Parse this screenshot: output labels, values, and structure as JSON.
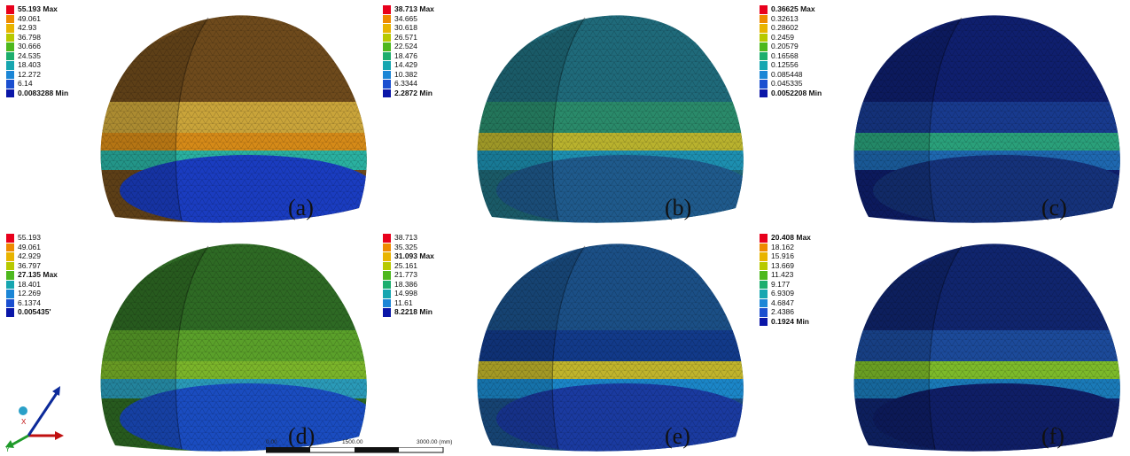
{
  "figure": {
    "panels": [
      {
        "id": "a",
        "label": "(a)",
        "legend": [
          {
            "text": "55.193 Max",
            "color": "#e8001c",
            "bold": true
          },
          {
            "text": "49.061",
            "color": "#ee8a00"
          },
          {
            "text": "42.93",
            "color": "#e8b400"
          },
          {
            "text": "36.798",
            "color": "#b7c900"
          },
          {
            "text": "30.666",
            "color": "#4db81e"
          },
          {
            "text": "24.535",
            "color": "#1cae6e"
          },
          {
            "text": "18.403",
            "color": "#16a6b0"
          },
          {
            "text": "12.272",
            "color": "#1b86d6"
          },
          {
            "text": "6.14",
            "color": "#1a4fd0"
          },
          {
            "text": "0.0083288 Min",
            "color": "#0a16a8",
            "bold": true
          }
        ],
        "colors": {
          "shell": "#6e4a1c",
          "band1": "#c9a43a",
          "band2": "#d58a18",
          "ring": "#2ab0a0",
          "base": "#1a3cc0"
        }
      },
      {
        "id": "b",
        "label": "(b)",
        "legend": [
          {
            "text": "38.713 Max",
            "color": "#e8001c",
            "bold": true
          },
          {
            "text": "34.665",
            "color": "#ee8a00"
          },
          {
            "text": "30.618",
            "color": "#e8b400"
          },
          {
            "text": "26.571",
            "color": "#b7c900"
          },
          {
            "text": "22.524",
            "color": "#4db81e"
          },
          {
            "text": "18.476",
            "color": "#1cae6e"
          },
          {
            "text": "14.429",
            "color": "#16a6b0"
          },
          {
            "text": "10.382",
            "color": "#1b86d6"
          },
          {
            "text": "6.3344",
            "color": "#1a4fd0"
          },
          {
            "text": "2.2872 Min",
            "color": "#0a16a8",
            "bold": true
          }
        ],
        "colors": {
          "shell": "#1f6a7a",
          "band1": "#2a8a6a",
          "band2": "#b9b22e",
          "ring": "#1d8fb0",
          "base": "#1f5a8c"
        }
      },
      {
        "id": "c",
        "label": "(c)",
        "legend": [
          {
            "text": "0.36625 Max",
            "color": "#e8001c",
            "bold": true
          },
          {
            "text": "0.32613",
            "color": "#ee8a00"
          },
          {
            "text": "0.28602",
            "color": "#e8b400"
          },
          {
            "text": "0.2459",
            "color": "#b7c900"
          },
          {
            "text": "0.20579",
            "color": "#4db81e"
          },
          {
            "text": "0.16568",
            "color": "#1cae6e"
          },
          {
            "text": "0.12556",
            "color": "#16a6b0"
          },
          {
            "text": "0.085448",
            "color": "#1b86d6"
          },
          {
            "text": "0.045335",
            "color": "#1a4fd0"
          },
          {
            "text": "0.0052208 Min",
            "color": "#0a16a8",
            "bold": true
          }
        ],
        "colors": {
          "shell": "#0f1f6e",
          "band1": "#183a8e",
          "band2": "#2aa07a",
          "ring": "#1e68b0",
          "base": "#15327a"
        }
      },
      {
        "id": "d",
        "label": "(d)",
        "legend": [
          {
            "text": "55.193",
            "color": "#e8001c"
          },
          {
            "text": "49.061",
            "color": "#ee8a00"
          },
          {
            "text": "42.929",
            "color": "#e8b400"
          },
          {
            "text": "36.797",
            "color": "#b7c900"
          },
          {
            "text": "27.135 Max",
            "color": "#4db81e",
            "bold": true
          },
          {
            "text": "18.401",
            "color": "#16a6b0"
          },
          {
            "text": "12.269",
            "color": "#1b86d6"
          },
          {
            "text": "6.1374",
            "color": "#1a4fd0"
          },
          {
            "text": "0.005435'",
            "color": "#0a16a8",
            "bold": true
          }
        ],
        "colors": {
          "shell": "#2e6a24",
          "band1": "#5aa02a",
          "band2": "#7ab42a",
          "ring": "#2a9ab8",
          "base": "#1a4cc0"
        }
      },
      {
        "id": "e",
        "label": "(e)",
        "legend": [
          {
            "text": "38.713",
            "color": "#e8001c"
          },
          {
            "text": "35.325",
            "color": "#ee8a00"
          },
          {
            "text": "31.093 Max",
            "color": "#e8b400",
            "bold": true
          },
          {
            "text": "25.161",
            "color": "#b7c900"
          },
          {
            "text": "21.773",
            "color": "#4db81e"
          },
          {
            "text": "18.386",
            "color": "#1cae6e"
          },
          {
            "text": "14.998",
            "color": "#16a6b0"
          },
          {
            "text": "11.61",
            "color": "#1b86d6"
          },
          {
            "text": "8.2218 Min",
            "color": "#0a16a8",
            "bold": true
          }
        ],
        "colors": {
          "shell": "#1b4f86",
          "band1": "#123a8a",
          "band2": "#c0b42c",
          "ring": "#1b86c8",
          "base": "#1a3aa0"
        }
      },
      {
        "id": "f",
        "label": "(f)",
        "legend": [
          {
            "text": "20.408 Max",
            "color": "#e8001c",
            "bold": true
          },
          {
            "text": "18.162",
            "color": "#ee8a00"
          },
          {
            "text": "15.916",
            "color": "#e8b400"
          },
          {
            "text": "13.669",
            "color": "#b7c900"
          },
          {
            "text": "11.423",
            "color": "#4db81e"
          },
          {
            "text": "9.177",
            "color": "#1cae6e"
          },
          {
            "text": "6.9309",
            "color": "#16a6b0"
          },
          {
            "text": "4.6847",
            "color": "#1b86d6"
          },
          {
            "text": "2.4386",
            "color": "#1a4fd0"
          },
          {
            "text": "0.1924 Min",
            "color": "#0a16a8",
            "bold": true
          }
        ],
        "colors": {
          "shell": "#10256e",
          "band1": "#1c4a9a",
          "band2": "#7cba2a",
          "ring": "#1a7ab8",
          "base": "#0f1e66"
        }
      }
    ],
    "scale_bar": {
      "ticks": [
        "0.00",
        "1500.00",
        "3000.00 (mm)"
      ]
    },
    "axis_triad": {
      "x_label": "X",
      "y_label": "Y"
    }
  }
}
